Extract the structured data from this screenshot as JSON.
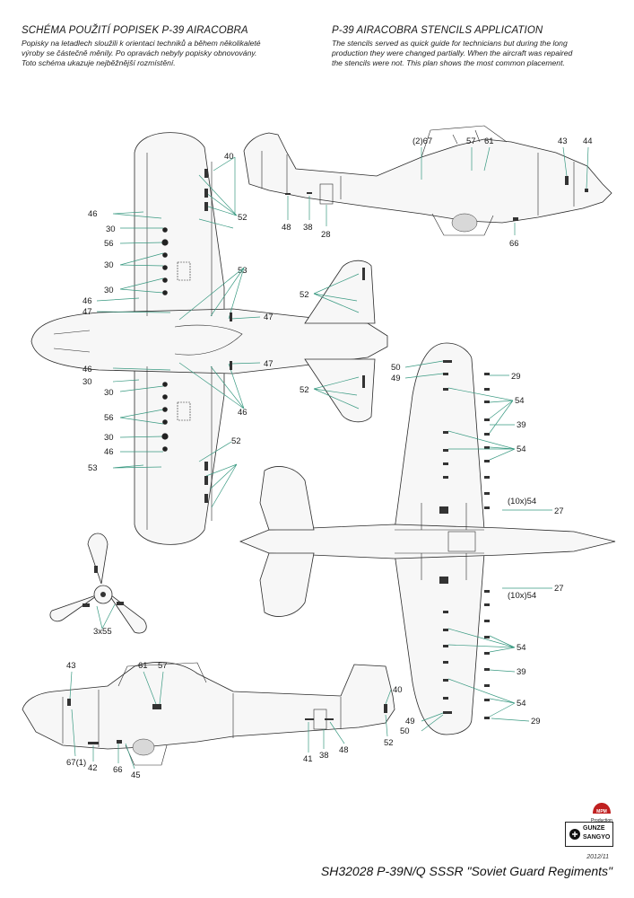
{
  "header_cz": {
    "title": "SCHÉMA POUŽITÍ POPISEK P-39 AIRACOBRA",
    "lines": [
      "Popisky na letadlech sloužili k orientaci techniků a během několikaleté",
      "výroby se částečně měnily. Po opravách nebyly popisky obnovovány.",
      "Toto schéma ukazuje nejběžnější rozmístění."
    ]
  },
  "header_en": {
    "title": "P-39 AIRACOBRA STENCILS APPLICATION",
    "lines": [
      "The stencils served as quick guide for technicians but during the long",
      "production they were changed partially. When the aircraft was repaired",
      "the stencils were not. This plan shows the most common placement."
    ]
  },
  "callouts": {
    "left_top_profile": [
      "(2)67",
      "57",
      "61",
      "43",
      "44",
      "48",
      "38",
      "28",
      "66"
    ],
    "top_view": [
      "40",
      "52",
      "46",
      "30",
      "56",
      "30",
      "30",
      "46",
      "47",
      "53",
      "47",
      "47",
      "46",
      "30",
      "30",
      "56",
      "30",
      "46",
      "53",
      "46",
      "52"
    ],
    "tail_top": [
      "52",
      "52"
    ],
    "bottom_view": [
      "50",
      "49",
      "29",
      "54",
      "39",
      "54",
      "(10x)54",
      "27",
      "27",
      "(10x)54",
      "54",
      "39",
      "54",
      "49",
      "50",
      "29"
    ],
    "propeller": [
      "3x55"
    ],
    "right_profile": [
      "43",
      "61",
      "57",
      "40",
      "52",
      "41",
      "38",
      "48",
      "67(1)",
      "42",
      "66",
      "45"
    ]
  },
  "footer": {
    "date": "2012/11",
    "title": "SH32028 P-39N/Q SSSR \"Soviet Guard Regiments\""
  },
  "logos": {
    "mpm": "MPM",
    "mpm_sub": "Production",
    "gunze": "GUNZE",
    "sangyo": "SANGYO"
  }
}
